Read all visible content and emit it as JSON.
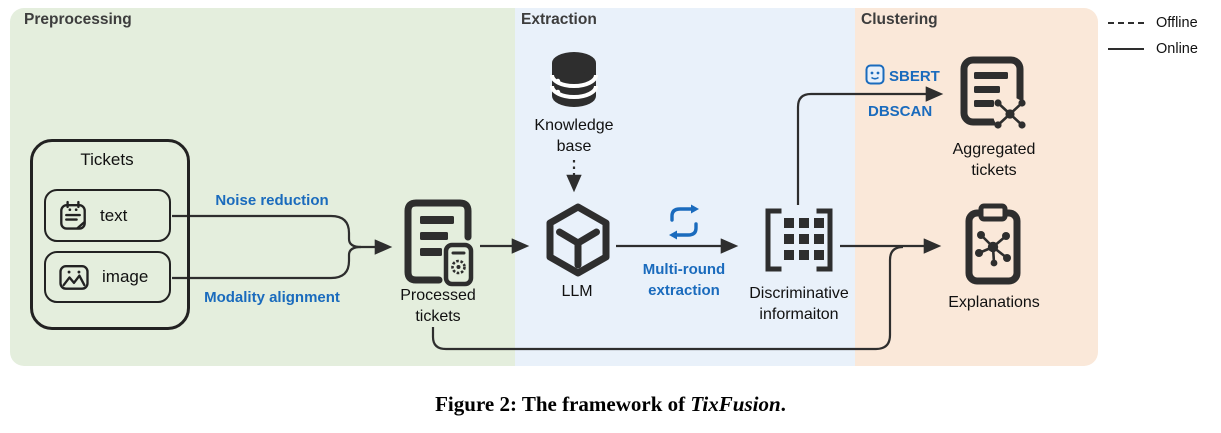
{
  "panels": {
    "preprocessing": {
      "title": "Preprocessing",
      "color": "#e4eedd"
    },
    "extraction": {
      "title": "Extraction",
      "color": "#e9f1fa"
    },
    "clustering": {
      "title": "Clustering",
      "color": "#fae8d9"
    }
  },
  "legend": {
    "offline": {
      "label": "Offline",
      "line_style": "dashed"
    },
    "online": {
      "label": "Online",
      "line_style": "solid"
    }
  },
  "nodes": {
    "tickets": {
      "label": "Tickets",
      "text_item": "text",
      "image_item": "image"
    },
    "processed_tickets": {
      "line1": "Processed",
      "line2": "tickets"
    },
    "knowledge_base": {
      "line1": "Knowledge",
      "line2": "base"
    },
    "llm": {
      "label": "LLM"
    },
    "discriminative_information": {
      "line1": "Discriminative",
      "line2": "informaiton"
    },
    "aggregated_tickets": {
      "line1": "Aggregated",
      "line2": "tickets"
    },
    "explanations": {
      "label": "Explanations"
    }
  },
  "edges": {
    "noise_reduction": "Noise reduction",
    "modality_alignment": "Modality alignment",
    "multi_round": {
      "line1": "Multi-round",
      "line2": "extraction"
    },
    "sbert": "SBERT",
    "dbscan": "DBSCAN"
  },
  "icons": [
    "notepad-icon",
    "image-icon",
    "processed-document-icon",
    "database-icon",
    "llm-cube-icon",
    "loop-icon",
    "matrix-icon",
    "sbert-face-icon",
    "aggregated-document-cluster-icon",
    "clipboard-cluster-icon"
  ],
  "colors": {
    "panel_green": "#e4eedd",
    "panel_blue": "#e9f1fa",
    "panel_orange": "#fae8d9",
    "accent_blue": "#1a6bbd",
    "ink": "#2e2e2e"
  },
  "caption": {
    "prefix": "Figure 2: The framework of ",
    "emphasis": "TixFusion",
    "suffix": "."
  }
}
